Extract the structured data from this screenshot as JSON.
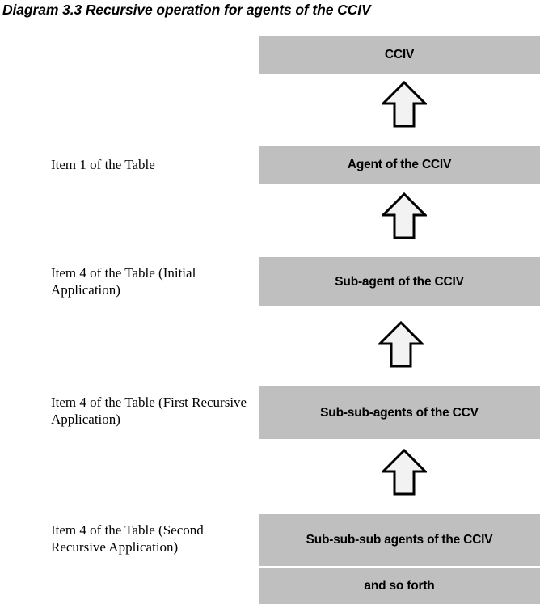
{
  "title": "Diagram 3.3 Recursive operation for agents of the CCIV",
  "colors": {
    "box_fill": "#BFBFBF",
    "arrow_fill": "#F2F2F2",
    "arrow_stroke": "#000000",
    "text": "#000000",
    "background": "#FFFFFF"
  },
  "rows": [
    {
      "label": "",
      "box": "CCIV"
    },
    {
      "label": "Item 1 of the Table",
      "box": "Agent of the CCIV"
    },
    {
      "label": "Item 4 of the Table (Initial Application)",
      "box": "Sub-agent of the CCIV"
    },
    {
      "label": "Item 4 of the Table (First Recursive Application)",
      "box": "Sub-sub-agents of the CCV"
    },
    {
      "label": "Item 4 of the Table (Second Recursive Application)",
      "box": "Sub-sub-sub agents of the CCIV"
    },
    {
      "label": "",
      "box": "and so forth"
    }
  ],
  "arrows": [
    {
      "name": "arrow-up-1",
      "direction": "up"
    },
    {
      "name": "arrow-up-2",
      "direction": "up"
    },
    {
      "name": "arrow-up-3",
      "direction": "up"
    },
    {
      "name": "arrow-up-4",
      "direction": "up"
    }
  ]
}
